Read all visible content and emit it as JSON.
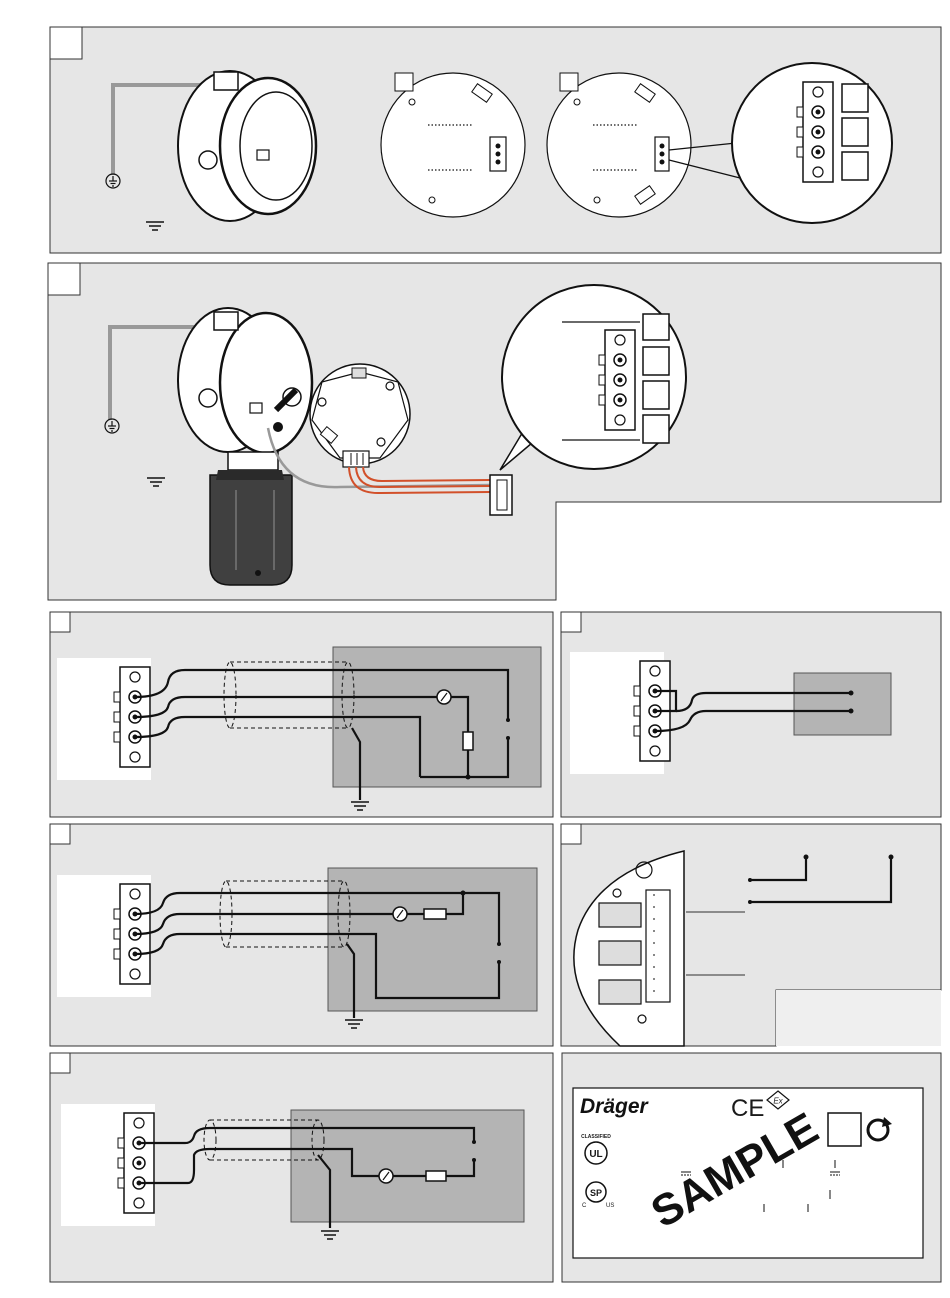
{
  "label_panel": {
    "brand": "Dräger",
    "ce_mark": "CE",
    "ex_mark": "Ex",
    "ul_top": "CLASSIFIED",
    "ul_letters": "UL",
    "csa_letters": "SP",
    "csa_left": "C",
    "csa_right": "US",
    "watermark": "SAMPLE"
  },
  "colors": {
    "panel_bg": "#e6e6e6",
    "device_box": "#b4b4b4",
    "wire": "#111111",
    "wire_red": "#d2502a",
    "wire_grey": "#999999",
    "housing_dark": "#404040"
  },
  "icons": [
    "ground-icon",
    "earth-ground-icon",
    "refresh-icon",
    "meter-icon",
    "resistor-icon",
    "terminal-block-icon"
  ]
}
